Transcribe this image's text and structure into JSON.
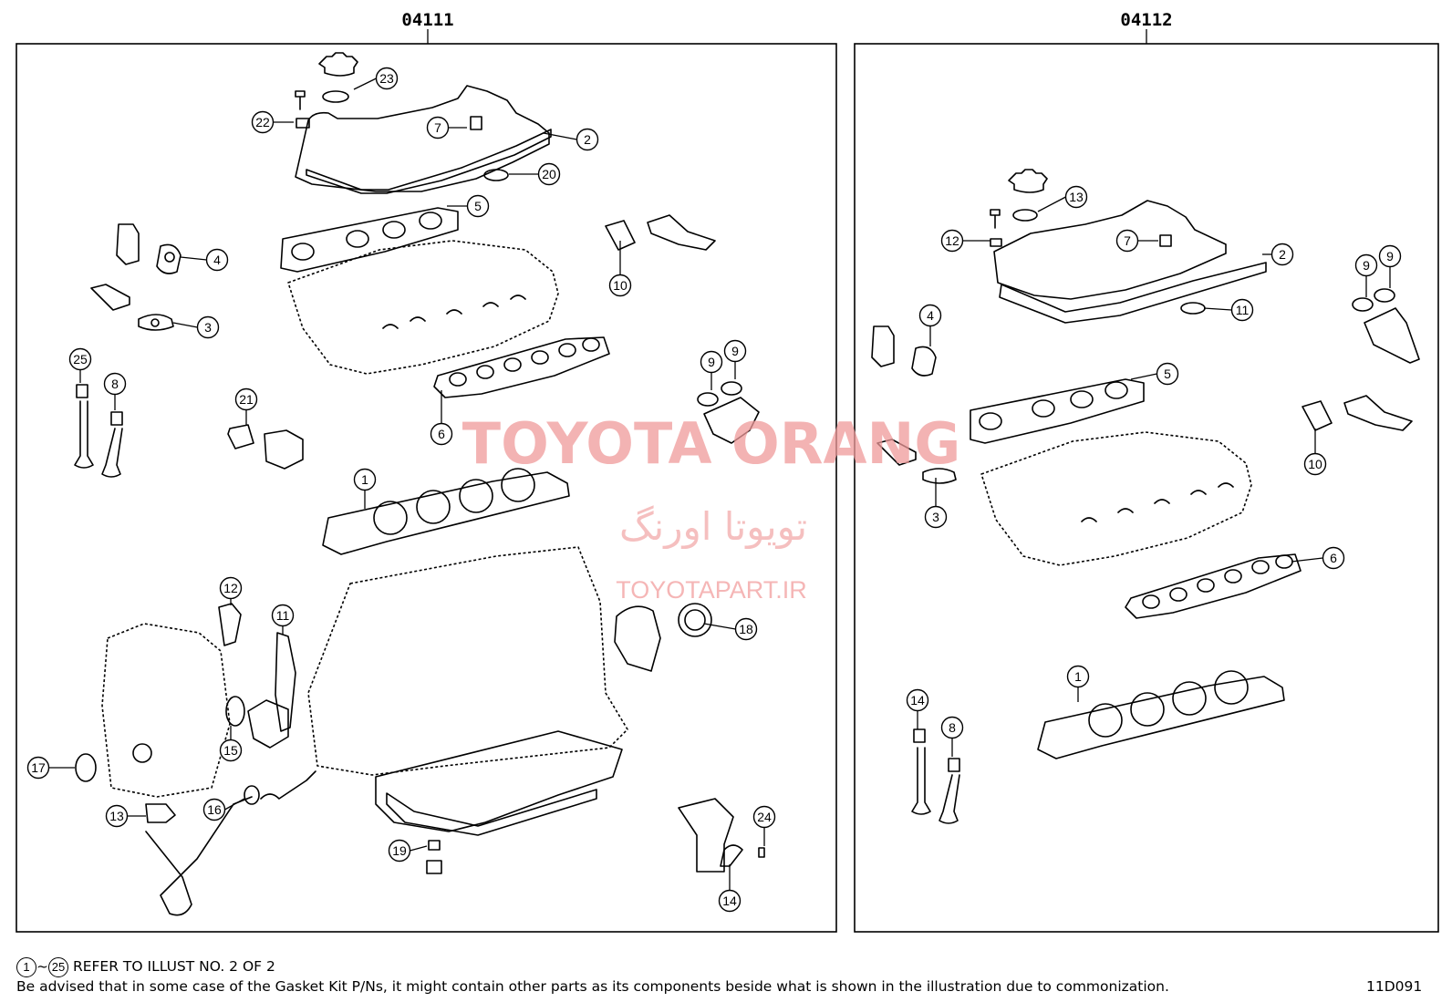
{
  "sections": [
    {
      "id": "left",
      "label": "04111"
    },
    {
      "id": "right",
      "label": "04112"
    }
  ],
  "callouts_left": [
    "23",
    "22",
    "7",
    "2",
    "20",
    "5",
    "4",
    "10",
    "3",
    "25",
    "8",
    "21",
    "9",
    "9",
    "6",
    "1",
    "12",
    "11",
    "18",
    "17",
    "15",
    "13",
    "16",
    "19",
    "24",
    "14"
  ],
  "callouts_right": [
    "13",
    "12",
    "7",
    "2",
    "11",
    "9",
    "9",
    "4",
    "5",
    "10",
    "3",
    "6",
    "1",
    "14",
    "8"
  ],
  "watermark": {
    "brand": "TOYOTA ORANG",
    "brand_fa": "تویوتا اورنگ",
    "site": "TOYOTAPART.IR"
  },
  "footer": {
    "ref_start": "1",
    "ref_tilde": "~",
    "ref_end": "25",
    "ref_text": "REFER TO ILLUST NO. 2 OF 2",
    "note": "Be advised that in some case of the Gasket Kit P/Ns,  it might contain other parts as its components beside what is shown in the illustration due to commonization.",
    "code": "11D091"
  }
}
